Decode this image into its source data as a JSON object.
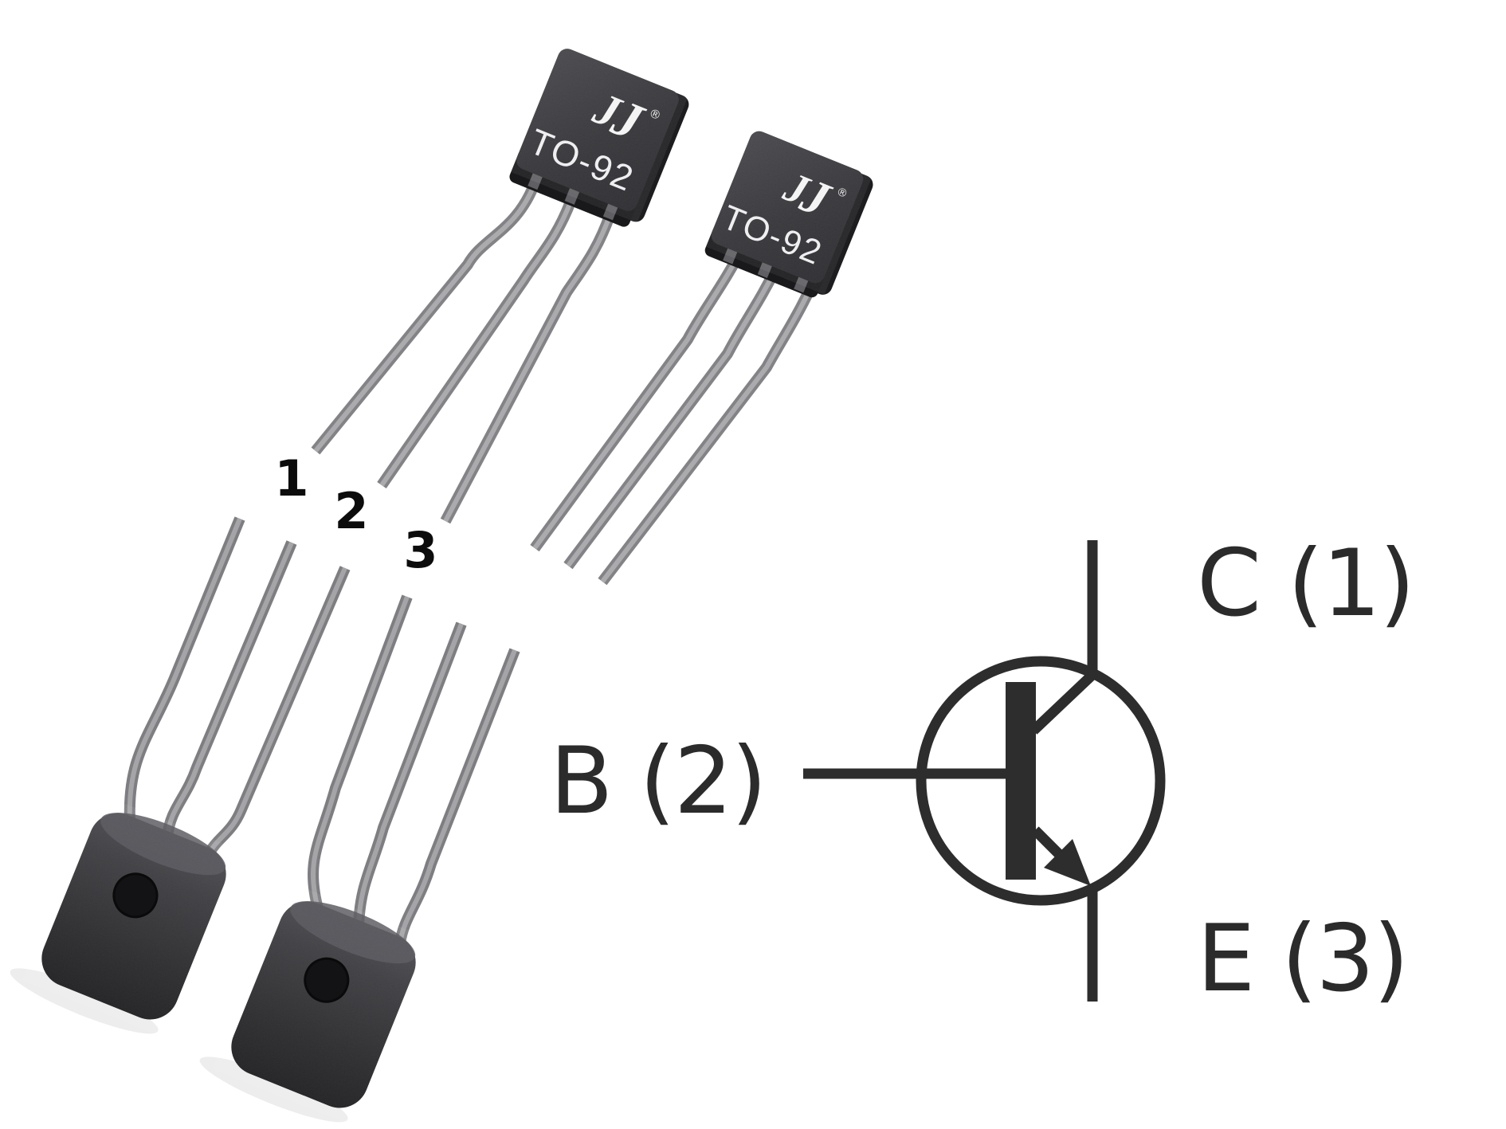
{
  "figure": {
    "background": "#ffffff",
    "packages": {
      "label": "TO-92",
      "logo_glyph": "J",
      "registered_mark": "®"
    },
    "pins": {
      "pin1": "1",
      "pin2": "2",
      "pin3": "3"
    },
    "symbol": {
      "type": "npn-transistor",
      "collector_label": "C (1)",
      "base_label": "B (2)",
      "emitter_label": "E (3)"
    },
    "colors": {
      "package_body": "#2e2e32",
      "package_side": "#1d1d20",
      "lead_gray": "#8d8d90",
      "lead_highlight": "#aaaaad",
      "marking_white": "#efeff1",
      "pin_number_black": "#0c0c0c",
      "symbol_ink": "#2d2d2d"
    }
  }
}
